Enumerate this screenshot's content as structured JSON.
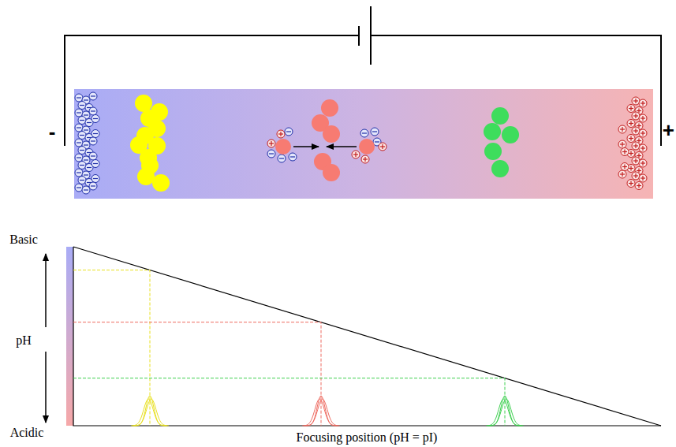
{
  "diagram": {
    "labels": [
      "-",
      "+",
      "Basic",
      "pH",
      "Acidic",
      "Focusing position (pH = pI)"
    ]
  }
}
